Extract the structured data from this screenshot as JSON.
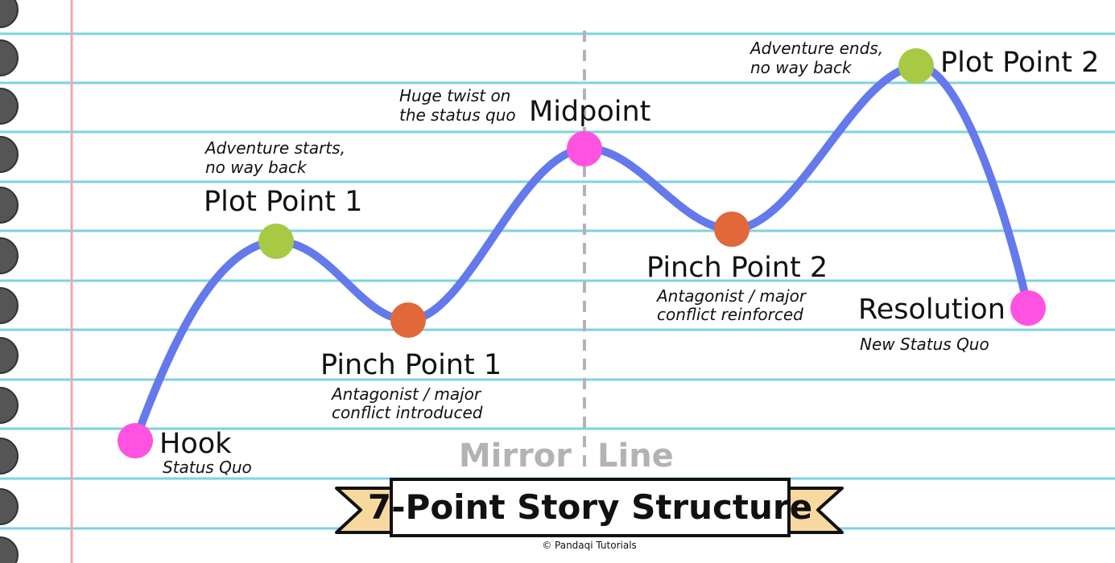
{
  "title": "7-Point Story Structure",
  "credit": "© Pandaqi Tutorials",
  "mirror_line": {
    "word1": "Mirror",
    "word2": "Line"
  },
  "colors": {
    "curve": "#6479ec",
    "hook": "#ff52e0",
    "midpoint": "#ff52e0",
    "resolution": "#ff52e0",
    "plot_point": "#a7c944",
    "pinch_point": "#e1683a",
    "notebook_line": "#7ed2e2",
    "margin_line": "#f2a7a7",
    "ring": "#555555",
    "mirror_line": "#b3b3b3",
    "ribbon": "#f7d9a0"
  },
  "points": [
    {
      "id": "hook",
      "label": "Hook",
      "notes": [
        "Status Quo"
      ]
    },
    {
      "id": "plot-point-1",
      "label": "Plot Point 1",
      "notes": [
        "Adventure starts,",
        "no way back"
      ]
    },
    {
      "id": "pinch-point-1",
      "label": "Pinch Point 1",
      "notes": [
        "Antagonist / major",
        "conflict introduced"
      ]
    },
    {
      "id": "midpoint",
      "label": "Midpoint",
      "notes": [
        "Huge twist on",
        "the status quo"
      ]
    },
    {
      "id": "pinch-point-2",
      "label": "Pinch Point 2",
      "notes": [
        "Antagonist / major",
        "conflict reinforced"
      ]
    },
    {
      "id": "plot-point-2",
      "label": "Plot Point 2",
      "notes": [
        "Adventure ends,",
        "no way back"
      ]
    },
    {
      "id": "resolution",
      "label": "Resolution",
      "notes": [
        "New Status Quo"
      ]
    }
  ]
}
